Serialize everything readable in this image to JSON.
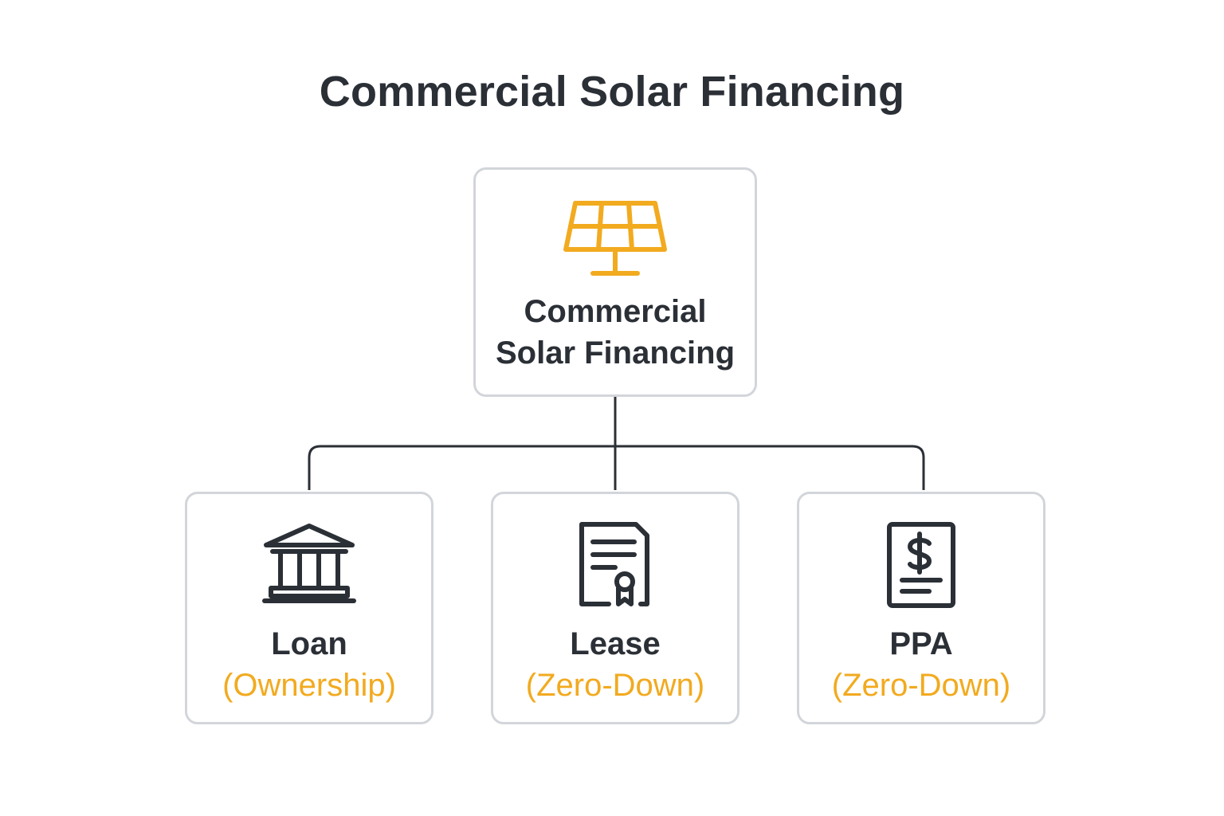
{
  "diagram": {
    "title": "Commercial Solar Financing",
    "root": {
      "label_line1": "Commercial",
      "label_line2": "Solar Financing",
      "icon": "solar-panel-icon"
    },
    "children": [
      {
        "title": "Loan",
        "subtitle": "(Ownership)",
        "icon": "bank-icon"
      },
      {
        "title": "Lease",
        "subtitle": "(Zero-Down)",
        "icon": "certificate-document-icon"
      },
      {
        "title": "PPA",
        "subtitle": "(Zero-Down)",
        "icon": "dollar-document-icon"
      }
    ]
  },
  "colors": {
    "text": "#2b2f36",
    "accent": "#f2aa1f",
    "border": "#d2d5da",
    "icon_dark": "#2b2f36"
  }
}
